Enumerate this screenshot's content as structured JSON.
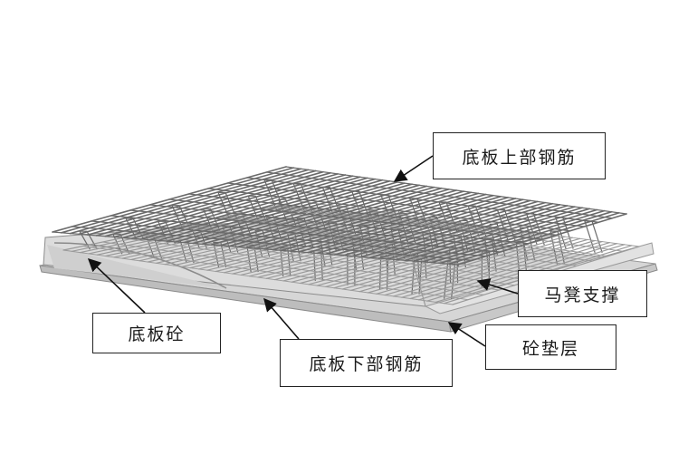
{
  "labels": {
    "top_rebar": "底板上部钢筋",
    "chair_support": "马凳支撑",
    "slab_concrete": "底板砼",
    "bottom_rebar": "底板下部钢筋",
    "cushion_layer": "砼垫层"
  },
  "colors": {
    "rebar": "#6a6a6a",
    "rebar_light": "#9a9a9a",
    "concrete": "#d2d2d2",
    "cushion": "#c4c4c4",
    "edge": "#888888",
    "leader": "#111111",
    "box_border": "#222222"
  }
}
